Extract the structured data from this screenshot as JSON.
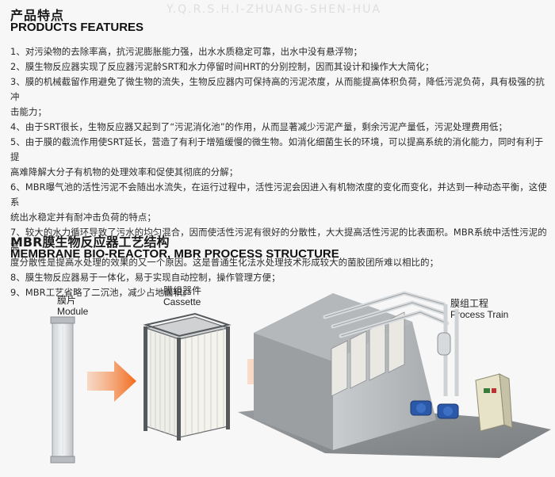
{
  "header": {
    "ghost_text": "Y.Q.R.S.H.I-ZHUANG-SHEN-HUA"
  },
  "product_features": {
    "title_cn": "产品特点",
    "title_en": "PRODUCTS FEATURES",
    "items": [
      "1、对污染物的去除率高，抗污泥膨胀能力强，出水水质稳定可靠，出水中没有悬浮物；",
      "2、膜生物反应器实现了反应器污泥龄SRT和水力停留时间HRT的分别控制，因而其设计和操作大大简化；",
      "3、膜的机械截留作用避免了微生物的流失，生物反应器内可保持高的污泥浓度，从而能提高体积负荷，降低污泥负荷，具有极强的抗冲",
      "击能力；",
      "4、由于SRT很长，生物反应器又起到了“污泥消化池”的作用，从而显著减少污泥产量，剩余污泥产量低，污泥处理费用低；",
      "5、由于膜的截流作用使SRT延长，营造了有利于增殖缓慢的微生物。如消化细菌生长的环境，可以提高系统的消化能力，同时有利于提",
      "高难降解大分子有机物的处理效率和促使其彻底的分解；",
      "6、MBR曝气池的活性污泥不会随出水流失，在运行过程中，活性污泥会因进入有机物浓度的变化而变化，并达到一种动态平衡，这使系",
      "统出水稳定并有耐冲击负荷的特点；",
      "7、较大的水力循环导致了污水的均匀混合，因而使活性污泥有很好的分散性，大大提高活性污泥的比表面积。MBR系统中活性污泥的高",
      "度分散性是提高水处理的效果的又一个原因。这是普通生化法水处理技术形成较大的菌胶团所难以相比的；",
      "8、膜生物反应器易于一体化，易于实现自动控制，操作管理方便；",
      "9、MBR工艺省略了二沉池，减少占地面积。"
    ]
  },
  "process_structure": {
    "title_cn": "MBR膜生物反应器工艺结构",
    "title_en": "MEMBRANE BIO-REACTOR, MBR PROCESS STRUCTURE",
    "module": {
      "label_cn": "膜片",
      "label_en": "Module"
    },
    "cassette": {
      "label_cn": "膜组器件",
      "label_en": "Cassette"
    },
    "train": {
      "label_cn": "膜组工程",
      "label_en": "Process Train"
    }
  },
  "colors": {
    "arrow": "#f26a1b",
    "title": "#1b1b1b",
    "background": "#f7f7f7"
  }
}
